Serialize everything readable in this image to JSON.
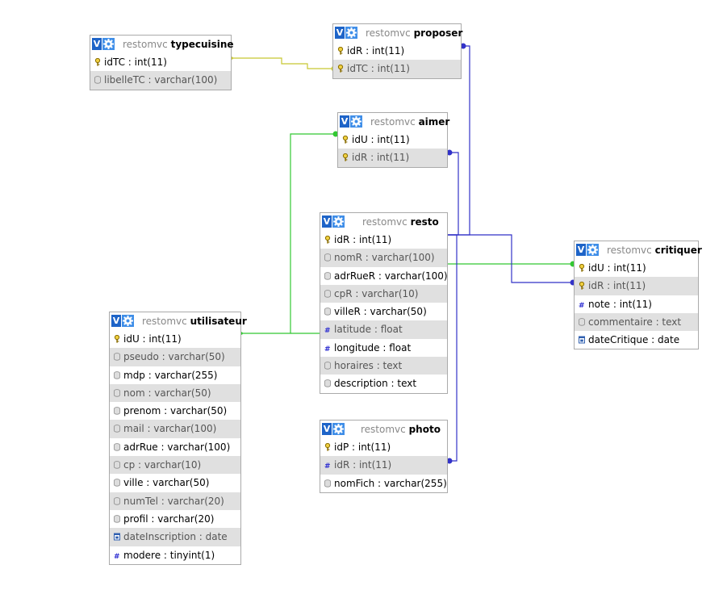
{
  "colors": {
    "olive": "#c8c832",
    "green": "#32c832",
    "blue": "#3232c8"
  },
  "icons": {
    "v_button": "V",
    "gear": "gear-icon",
    "primary_key": "key-icon",
    "column": "column-icon",
    "numeric": "hash-icon",
    "date": "calendar-icon"
  },
  "tables": [
    {
      "key": "typecuisine",
      "db": "restomvc",
      "name": "typecuisine",
      "cols": [
        {
          "text": "idTC : int(11)",
          "icon": "key"
        },
        {
          "text": "libelleTC : varchar(100)",
          "icon": "col"
        }
      ]
    },
    {
      "key": "proposer",
      "db": "restomvc",
      "name": "proposer",
      "cols": [
        {
          "text": "idR : int(11)",
          "icon": "key"
        },
        {
          "text": "idTC : int(11)",
          "icon": "key"
        }
      ]
    },
    {
      "key": "aimer",
      "db": "restomvc",
      "name": "aimer",
      "cols": [
        {
          "text": "idU : int(11)",
          "icon": "key"
        },
        {
          "text": "idR : int(11)",
          "icon": "key"
        }
      ]
    },
    {
      "key": "resto",
      "db": "restomvc",
      "name": "resto",
      "cols": [
        {
          "text": "idR : int(11)",
          "icon": "key"
        },
        {
          "text": "nomR : varchar(100)",
          "icon": "col"
        },
        {
          "text": "adrRueR : varchar(100)",
          "icon": "col"
        },
        {
          "text": "cpR : varchar(10)",
          "icon": "col"
        },
        {
          "text": "villeR : varchar(50)",
          "icon": "col"
        },
        {
          "text": "latitude : float",
          "icon": "num"
        },
        {
          "text": "longitude : float",
          "icon": "num"
        },
        {
          "text": "horaires : text",
          "icon": "col"
        },
        {
          "text": "description : text",
          "icon": "col"
        }
      ]
    },
    {
      "key": "critiquer",
      "db": "restomvc",
      "name": "critiquer",
      "cols": [
        {
          "text": "idU : int(11)",
          "icon": "key"
        },
        {
          "text": "idR : int(11)",
          "icon": "key"
        },
        {
          "text": "note : int(11)",
          "icon": "num"
        },
        {
          "text": "commentaire : text",
          "icon": "col"
        },
        {
          "text": "dateCritique : date",
          "icon": "date"
        }
      ]
    },
    {
      "key": "utilisateur",
      "db": "restomvc",
      "name": "utilisateur",
      "cols": [
        {
          "text": "idU : int(11)",
          "icon": "key"
        },
        {
          "text": "pseudo : varchar(50)",
          "icon": "col"
        },
        {
          "text": "mdp : varchar(255)",
          "icon": "col"
        },
        {
          "text": "nom : varchar(50)",
          "icon": "col"
        },
        {
          "text": "prenom : varchar(50)",
          "icon": "col"
        },
        {
          "text": "mail : varchar(100)",
          "icon": "col"
        },
        {
          "text": "adrRue : varchar(100)",
          "icon": "col"
        },
        {
          "text": "cp : varchar(10)",
          "icon": "col"
        },
        {
          "text": "ville : varchar(50)",
          "icon": "col"
        },
        {
          "text": "numTel : varchar(20)",
          "icon": "col"
        },
        {
          "text": "profil : varchar(20)",
          "icon": "col"
        },
        {
          "text": "dateInscription : date",
          "icon": "date"
        },
        {
          "text": "modere : tinyint(1)",
          "icon": "num"
        }
      ]
    },
    {
      "key": "photo",
      "db": "restomvc",
      "name": "photo",
      "cols": [
        {
          "text": "idP : int(11)",
          "icon": "key"
        },
        {
          "text": "idR : int(11)",
          "icon": "num"
        },
        {
          "text": "nomFich : varchar(255)",
          "icon": "col"
        }
      ]
    }
  ],
  "relations": [
    {
      "from": "proposer.idTC",
      "to": "typecuisine.idTC",
      "color": "olive"
    },
    {
      "from": "proposer.idR",
      "to": "resto.idR",
      "color": "blue"
    },
    {
      "from": "aimer.idU",
      "to": "utilisateur.idU",
      "color": "green"
    },
    {
      "from": "aimer.idR",
      "to": "resto.idR",
      "color": "blue"
    },
    {
      "from": "critiquer.idU",
      "to": "utilisateur.idU",
      "color": "green"
    },
    {
      "from": "critiquer.idR",
      "to": "resto.idR",
      "color": "blue"
    },
    {
      "from": "photo.idR",
      "to": "resto.idR",
      "color": "blue"
    }
  ]
}
